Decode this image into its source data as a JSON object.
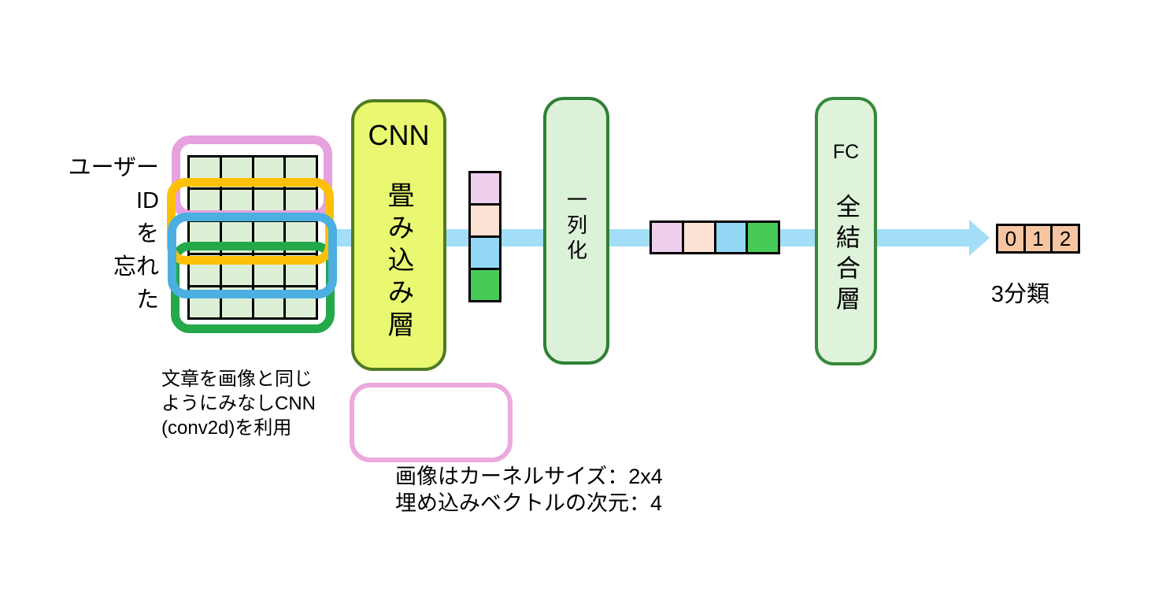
{
  "arrow": {
    "color": "#a2def7"
  },
  "input": {
    "label_lines": [
      "ユーザー",
      "ID",
      "を",
      "忘れ",
      "た"
    ],
    "grid": {
      "rows": 5,
      "cols": 4,
      "cell_fill": "#ddf0d5",
      "line_color": "#000000"
    },
    "kernel_windows": [
      {
        "name": "kernel-window-1",
        "color": "#e6a1de"
      },
      {
        "name": "kernel-window-2",
        "color": "#fdc005"
      },
      {
        "name": "kernel-window-3",
        "color": "#4bafe1"
      },
      {
        "name": "kernel-window-4",
        "color": "#23a94a"
      }
    ],
    "caption_lines": [
      "文章を画像と同じ",
      "ようにみなしCNN",
      "(conv2d)を利用"
    ]
  },
  "cnn_box": {
    "title": "CNN",
    "vertical_label": "畳み込み層",
    "fill": "#e9f870",
    "border": "#4e7b23"
  },
  "feature_colors": [
    "#eed0ee",
    "#fce3d3",
    "#92d8f5",
    "#47cb58"
  ],
  "flatten_box": {
    "vertical_label": "一列化",
    "fill": "#dcf2d8",
    "border": "#2f8034"
  },
  "fc_box": {
    "title": "FC",
    "vertical_label": "全結合層",
    "fill": "#def3da",
    "border": "#38883b"
  },
  "output": {
    "cells": [
      "0",
      "1",
      "2"
    ],
    "cell_fill": "#f6c6a2",
    "label": "3分類"
  },
  "annotation": {
    "box_border": "#eca9de",
    "lines": [
      "画像はカーネルサイズ：2x4",
      "埋め込みベクトルの次元：4"
    ]
  }
}
